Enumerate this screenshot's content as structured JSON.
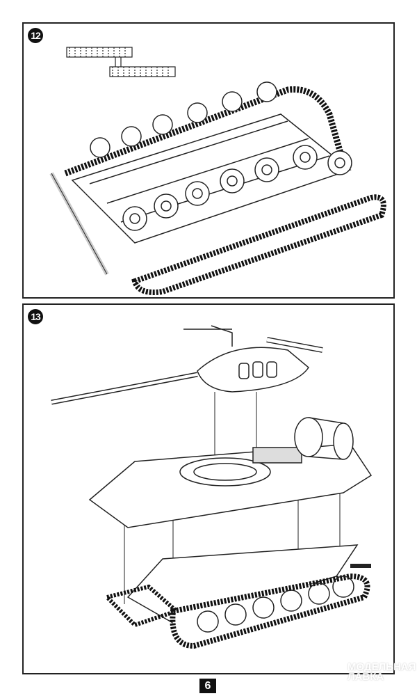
{
  "steps": [
    {
      "number": "12",
      "description_icon": "track-assembly-illustration"
    },
    {
      "number": "13",
      "description_icon": "turret-hull-assembly-illustration"
    }
  ],
  "page_number": "6",
  "watermark": {
    "line1": "МОДЕЛЬНАЯ",
    "line2": "ЛАВКА"
  }
}
